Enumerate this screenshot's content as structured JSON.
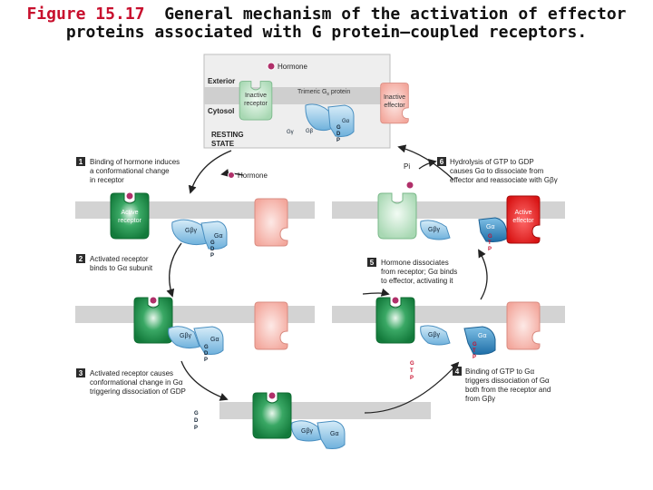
{
  "title": {
    "figure_label": "Figure 15.17",
    "line1": "General mechanism of the activation of effector",
    "line2": "proteins associated with G protein–coupled receptors."
  },
  "resting": {
    "hormone": "Hormone",
    "exterior": "Exterior",
    "cytosol": "Cytosol",
    "inactive_receptor_1": "Inactive",
    "inactive_receptor_2": "receptor",
    "trimeric": "Trimeric G",
    "trimeric_sub": "s",
    "trimeric_end": " protein",
    "inactive_effector_1": "Inactive",
    "inactive_effector_2": "effector",
    "state_1": "RESTING",
    "state_2": "STATE",
    "g_alpha": "Gα",
    "g_beta": "Gβ",
    "g_gamma": "Gγ",
    "gdp_g": "G",
    "gdp_d": "D",
    "gdp_p": "P"
  },
  "steps": [
    {
      "num": "1",
      "lines": [
        "Binding of hormone induces",
        "a conformational change",
        "in receptor"
      ]
    },
    {
      "num": "2",
      "lines": [
        "Activated receptor",
        "binds to Gα subunit"
      ]
    },
    {
      "num": "3",
      "lines": [
        "Activated receptor causes",
        "conformational change in Gα",
        "triggering dissociation of GDP"
      ]
    },
    {
      "num": "4",
      "lines": [
        "Binding of GTP to Gα",
        "triggers dissociation of Gα",
        "both from the receptor and",
        "from Gβγ"
      ]
    },
    {
      "num": "5",
      "lines": [
        "Hormone dissociates",
        "from receptor; Gα binds",
        "to effector, activating it"
      ]
    },
    {
      "num": "6",
      "lines": [
        "Hydrolysis of GTP to GDP",
        "causes Gα to dissociate from",
        "effector and reassociate with Gβγ"
      ]
    }
  ],
  "labels": {
    "hormone": "Hormone",
    "pi": "Pi",
    "active_receptor_1": "Active",
    "active_receptor_2": "receptor",
    "active_effector_1": "Active",
    "active_effector_2": "effector",
    "g_alpha": "Gα",
    "g_beta_gamma": "Gβγ",
    "gdp": [
      "G",
      "D",
      "P"
    ],
    "gtp": [
      "G",
      "T",
      "P"
    ]
  },
  "colors": {
    "title_red": "#c8102e",
    "step_box": "#2b2b2b",
    "membrane": "#d3d3d3",
    "receptor_inactive": "#bfe3c6",
    "receptor_active": "#1e8f47",
    "g_protein": "#8fc7e8",
    "g_protein_dark": "#2f7fb8",
    "effector_inactive": "#f6b7ae",
    "effector_active": "#e02020",
    "hormone": "#b0306a"
  }
}
